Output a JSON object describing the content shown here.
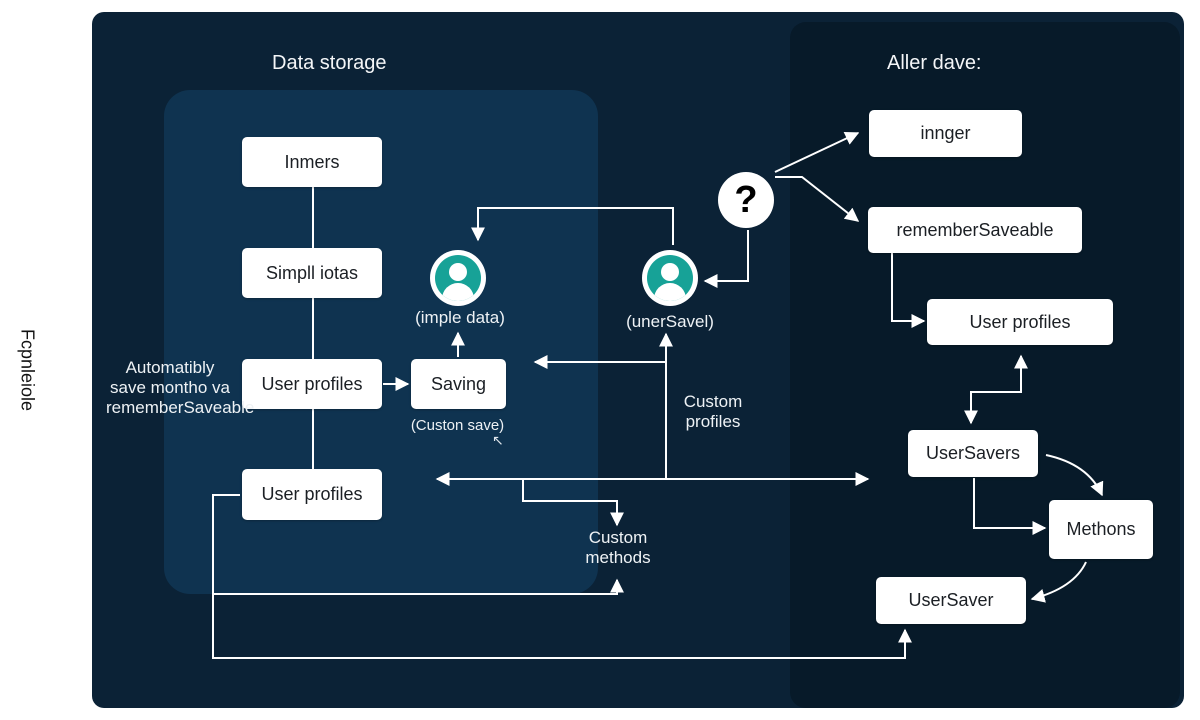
{
  "side_label": "Fcpnleiole",
  "diagram": {
    "left_title": "Data storage",
    "right_title": "Aller dave:",
    "left_nodes": [
      "Inmers",
      "Simpll iotas",
      "User profiles",
      "User profiles"
    ],
    "saving_node": "Saving",
    "saving_caption": "(Custon save)",
    "auto_note": [
      "Automatibly",
      "save montho va",
      "rememberSaveable"
    ],
    "avatar_left_label": "(imple data)",
    "avatar_right_label": "(unerSavel)",
    "custom_profiles": [
      "Custom",
      "profiles"
    ],
    "custom_methods": [
      "Custom",
      "methods"
    ],
    "question_mark": "?",
    "right_nodes": {
      "inner": "innger",
      "remember": "rememberSaveable",
      "profiles": "User profiles",
      "savers": "UserSavers",
      "methods": "Methons",
      "saver": "UserSaver"
    }
  }
}
